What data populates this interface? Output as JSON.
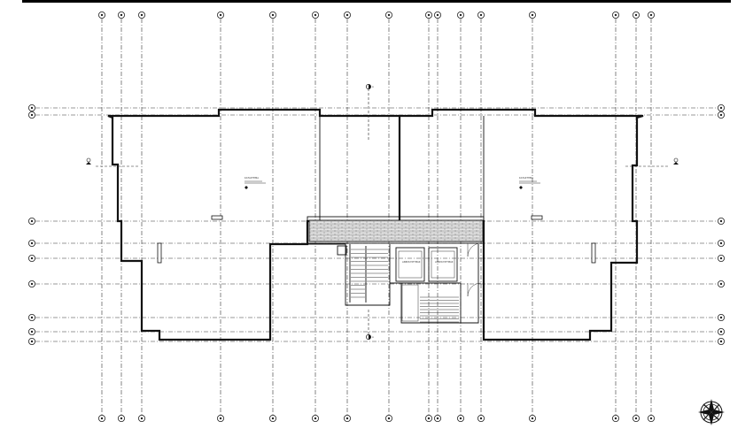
{
  "drawing": {
    "room_labels": [
      "ΚΑΤΑΣΤΗΜΑ",
      "ΚΑΤΑΣΤΗΜΑ"
    ],
    "elevator_labels": [
      "ΑΝΕΛΚΥΣΤΗΡΑΣ",
      "ΑΝΕΛΚΥΣΤΗΡΑΣ"
    ],
    "section_marks": [
      "A",
      "A"
    ],
    "north_arrow": "north-arrow-icon"
  }
}
